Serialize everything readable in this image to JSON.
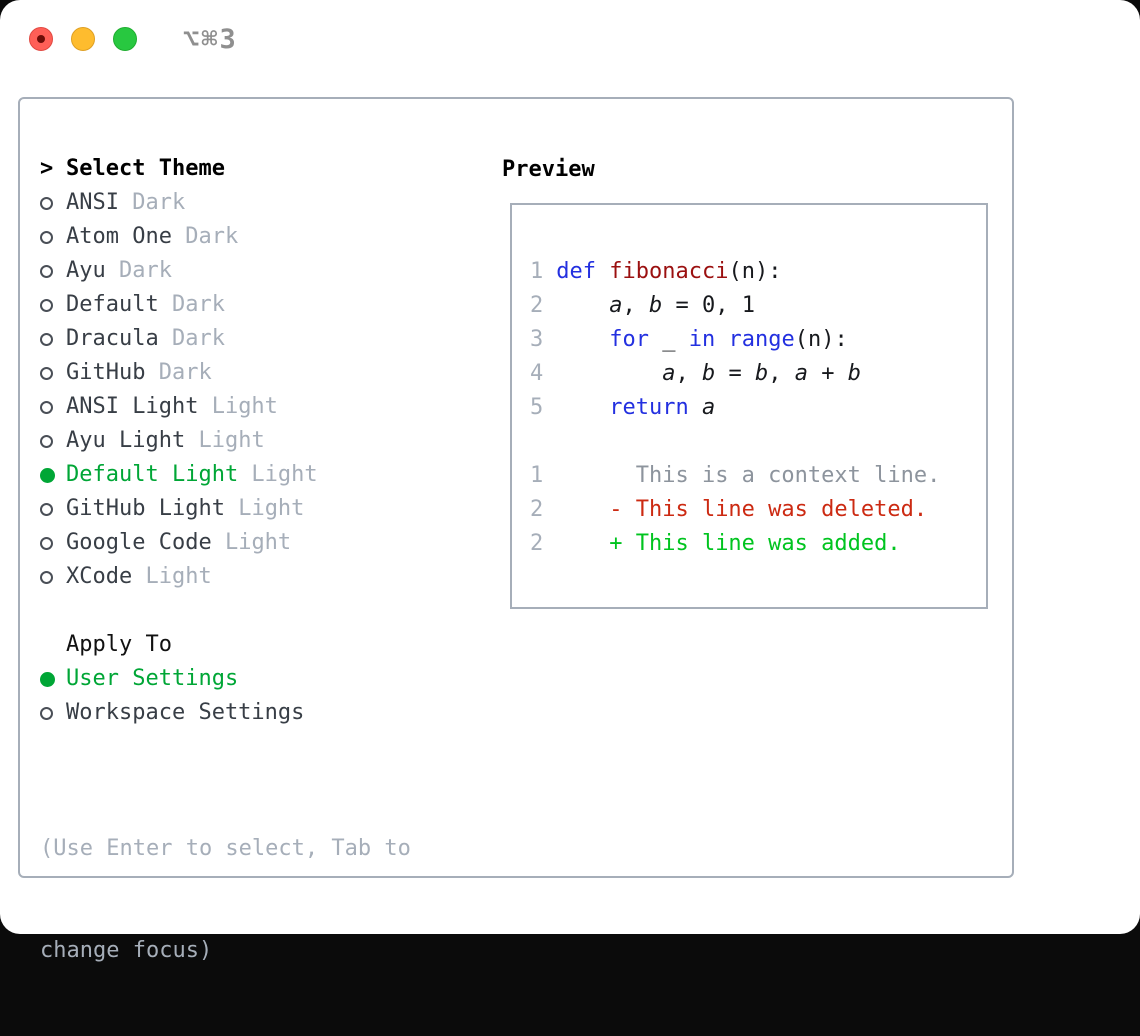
{
  "window": {
    "title_shortcut": "⌥⌘3",
    "traffic_lights": [
      {
        "name": "close-button",
        "color": "#ff5f57",
        "edited_dot": true
      },
      {
        "name": "minimize-button",
        "color": "#febc2e",
        "edited_dot": false
      },
      {
        "name": "zoom-button",
        "color": "#28c840",
        "edited_dot": false
      }
    ]
  },
  "theme_picker": {
    "header_prefix": ">",
    "header_label": "Select Theme",
    "items": [
      {
        "name": "ANSI",
        "variant": "Dark",
        "selected": false
      },
      {
        "name": "Atom One",
        "variant": "Dark",
        "selected": false
      },
      {
        "name": "Ayu",
        "variant": "Dark",
        "selected": false
      },
      {
        "name": "Default",
        "variant": "Dark",
        "selected": false
      },
      {
        "name": "Dracula",
        "variant": "Dark",
        "selected": false
      },
      {
        "name": "GitHub",
        "variant": "Dark",
        "selected": false
      },
      {
        "name": "ANSI Light",
        "variant": "Light",
        "selected": false
      },
      {
        "name": "Ayu Light",
        "variant": "Light",
        "selected": false
      },
      {
        "name": "Default Light",
        "variant": "Light",
        "selected": true
      },
      {
        "name": "GitHub Light",
        "variant": "Light",
        "selected": false
      },
      {
        "name": "Google Code",
        "variant": "Light",
        "selected": false
      },
      {
        "name": "XCode",
        "variant": "Light",
        "selected": false
      }
    ],
    "apply_to": {
      "header": "Apply To",
      "options": [
        {
          "label": "User Settings",
          "selected": true
        },
        {
          "label": "Workspace Settings",
          "selected": false
        }
      ]
    },
    "hint_line1": "(Use Enter to select, Tab to",
    "hint_line2": "change focus)"
  },
  "preview": {
    "header": "Preview",
    "lines": [
      {
        "num": "1",
        "tokens": [
          {
            "t": "def ",
            "c": "kw"
          },
          {
            "t": "fibonacci",
            "c": "fn"
          },
          {
            "t": "(n):",
            "c": "plain"
          }
        ]
      },
      {
        "num": "2",
        "tokens": [
          {
            "t": "    ",
            "c": "plain"
          },
          {
            "t": "a",
            "c": "var"
          },
          {
            "t": ", ",
            "c": "plain"
          },
          {
            "t": "b",
            "c": "var"
          },
          {
            "t": " = 0, 1",
            "c": "plain"
          }
        ]
      },
      {
        "num": "3",
        "tokens": [
          {
            "t": "    ",
            "c": "plain"
          },
          {
            "t": "for",
            "c": "kw"
          },
          {
            "t": " _ ",
            "c": "plain"
          },
          {
            "t": "in",
            "c": "kw"
          },
          {
            "t": " ",
            "c": "plain"
          },
          {
            "t": "range",
            "c": "kw"
          },
          {
            "t": "(n):",
            "c": "plain"
          }
        ]
      },
      {
        "num": "4",
        "tokens": [
          {
            "t": "        ",
            "c": "plain"
          },
          {
            "t": "a",
            "c": "var"
          },
          {
            "t": ", ",
            "c": "plain"
          },
          {
            "t": "b",
            "c": "var"
          },
          {
            "t": " = ",
            "c": "plain"
          },
          {
            "t": "b",
            "c": "var"
          },
          {
            "t": ", ",
            "c": "plain"
          },
          {
            "t": "a",
            "c": "var"
          },
          {
            "t": " + ",
            "c": "plain"
          },
          {
            "t": "b",
            "c": "var"
          }
        ]
      },
      {
        "num": "5",
        "tokens": [
          {
            "t": "    ",
            "c": "plain"
          },
          {
            "t": "return",
            "c": "kw"
          },
          {
            "t": " ",
            "c": "plain"
          },
          {
            "t": "a",
            "c": "var"
          }
        ]
      },
      {
        "num": "",
        "tokens": []
      },
      {
        "num": "1",
        "tokens": [
          {
            "t": "      This is a context line.",
            "c": "context"
          }
        ]
      },
      {
        "num": "2",
        "tokens": [
          {
            "t": "    - This line was deleted.",
            "c": "deleted"
          }
        ]
      },
      {
        "num": "2",
        "tokens": [
          {
            "t": "    + This line was added.",
            "c": "added"
          }
        ]
      }
    ]
  },
  "colors": {
    "accent": "#00a636",
    "added": "#00c41f",
    "deleted": "#cc2a12",
    "keyword": "#2330e0",
    "function": "#9b1010",
    "code": "#17191d",
    "context": "#8d949d",
    "muted": "#a6aeb9",
    "item": "#383e46",
    "border": "#a6aeb9",
    "tl-red": "#ff5f57",
    "tl-yellow": "#febc2e",
    "tl-green": "#28c840"
  }
}
